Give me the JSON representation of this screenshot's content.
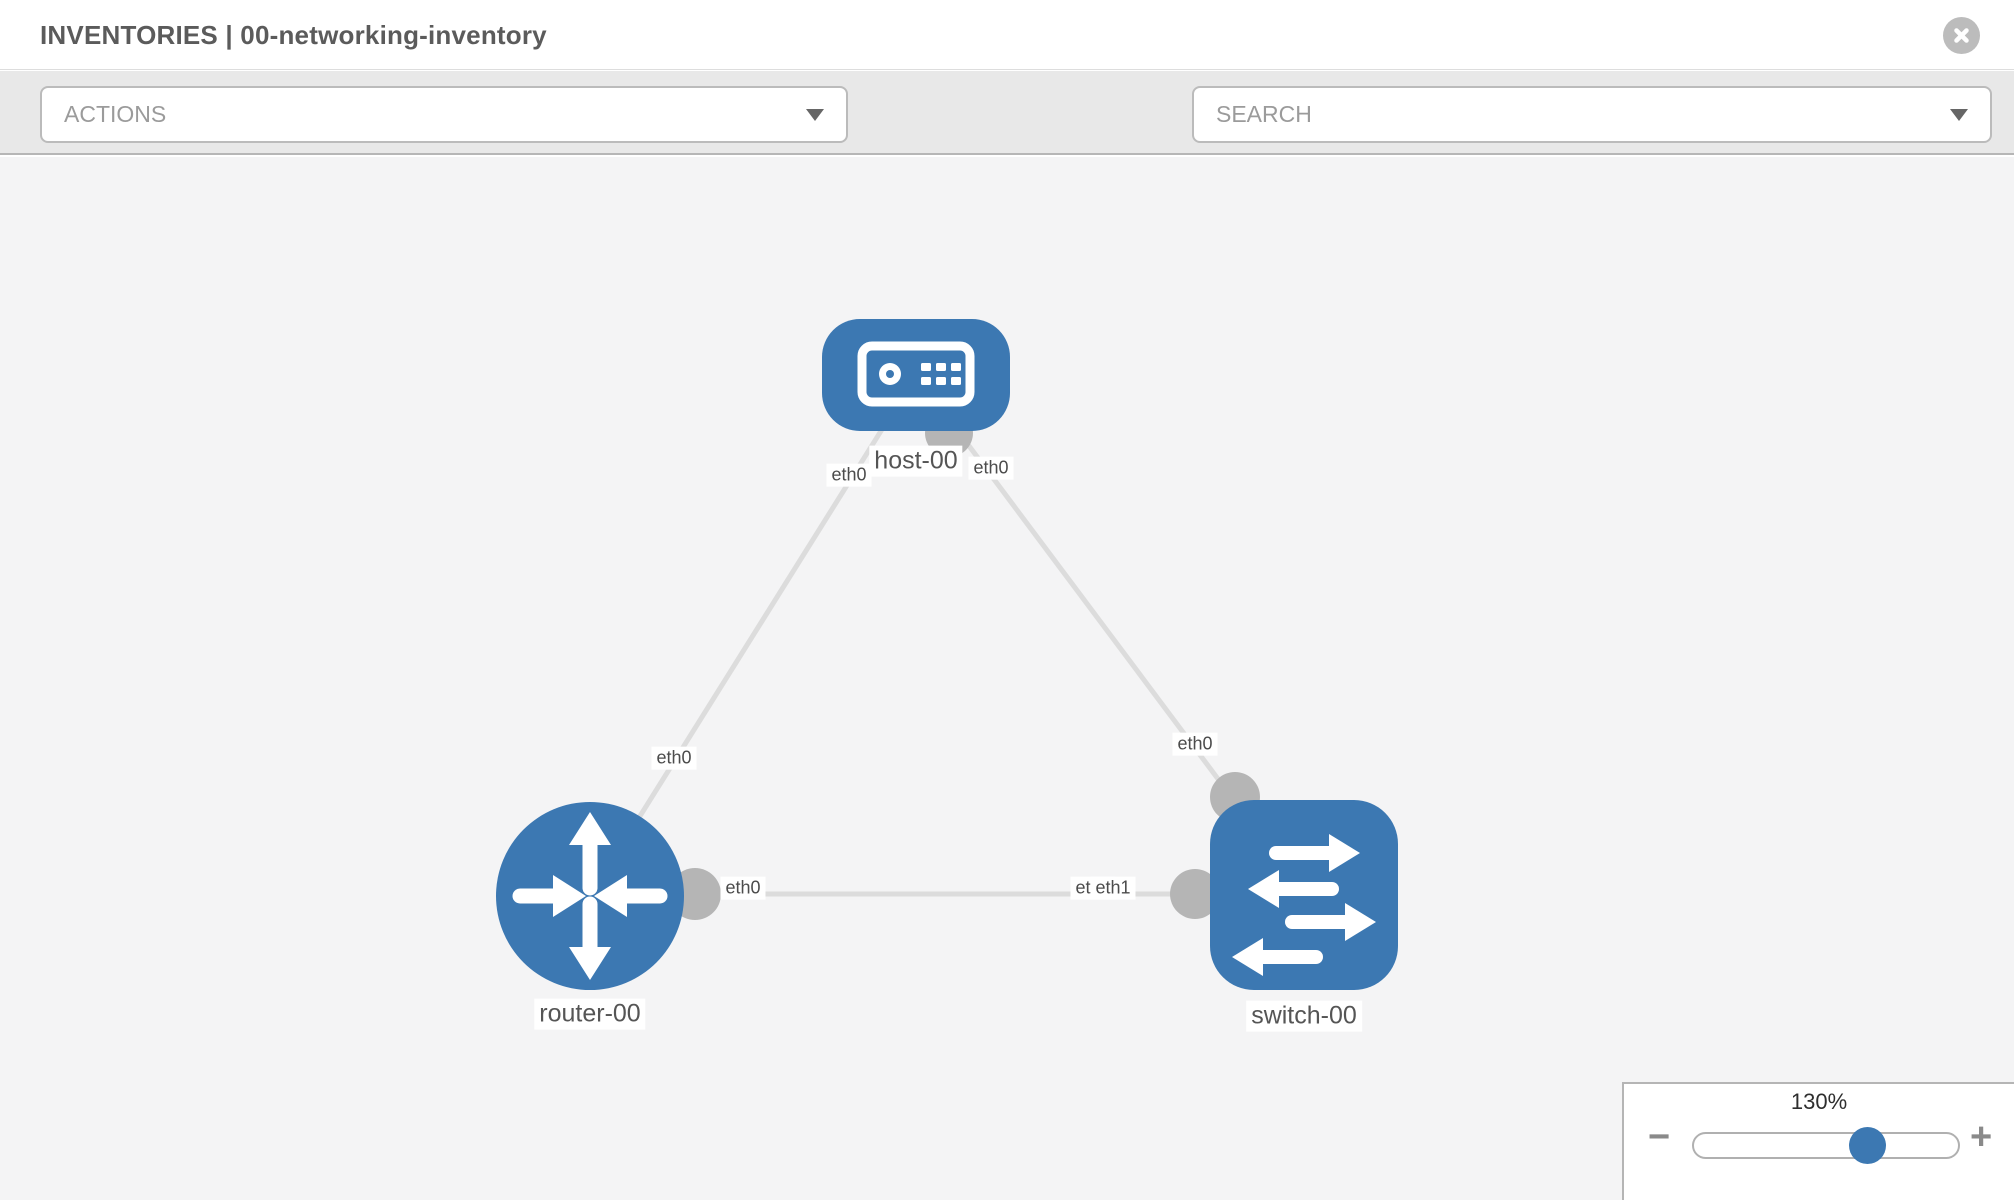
{
  "header": {
    "title": "INVENTORIES | 00-networking-inventory"
  },
  "toolbar": {
    "actions_label": "ACTIONS",
    "search_label": "SEARCH",
    "icons": [
      "wrench-icon",
      "key-icon"
    ]
  },
  "topology": {
    "nodes": [
      {
        "id": "host-00",
        "type": "host",
        "label": "host-00"
      },
      {
        "id": "router-00",
        "type": "router",
        "label": "router-00"
      },
      {
        "id": "switch-00",
        "type": "switch",
        "label": "switch-00"
      }
    ],
    "links": [
      {
        "from": "host-00",
        "from_if": "eth0",
        "to": "router-00",
        "to_if": "eth0"
      },
      {
        "from": "host-00",
        "from_if": "eth0",
        "to": "switch-00",
        "to_if": "eth0"
      },
      {
        "from": "router-00",
        "from_if": "eth0",
        "to": "switch-00",
        "to_if": "eth1",
        "to_if_overlap": "eth0"
      }
    ]
  },
  "zoom_control": {
    "level": "130%",
    "minus_label": "−",
    "plus_label": "+"
  },
  "colors": {
    "node_blue": "#3c78b2",
    "link_gray": "#dcdcdc",
    "port_gray": "#b5b5b5",
    "canvas_bg": "#f4f4f5"
  }
}
